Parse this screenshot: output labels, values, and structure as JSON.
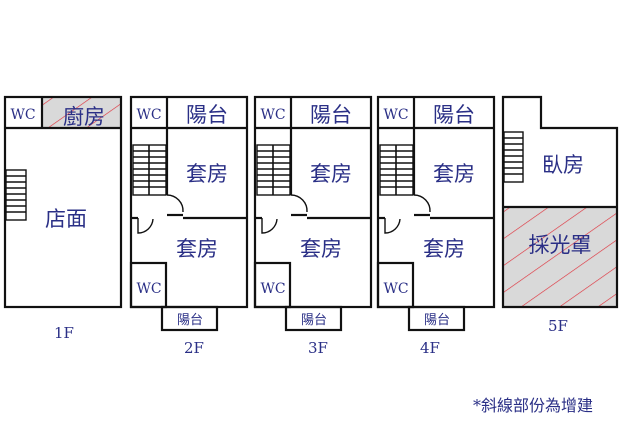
{
  "colors": {
    "text": "#2a2f86",
    "hatch_fill": "#d9d9d9",
    "hatch_line": "#e0303a",
    "wall": "#111111"
  },
  "floors": [
    {
      "label": "1F",
      "rooms": {
        "wc": "WC",
        "kitchen": "廚房",
        "shop": "店面"
      }
    },
    {
      "label": "2F",
      "rooms": {
        "wc_top": "WC",
        "balcony_top": "陽台",
        "suite_1": "套房",
        "suite_2": "套房",
        "wc_bottom": "WC",
        "balcony_bottom": "陽台"
      }
    },
    {
      "label": "3F",
      "rooms": {
        "wc_top": "WC",
        "balcony_top": "陽台",
        "suite_1": "套房",
        "suite_2": "套房",
        "wc_bottom": "WC",
        "balcony_bottom": "陽台"
      }
    },
    {
      "label": "4F",
      "rooms": {
        "wc_top": "WC",
        "balcony_top": "陽台",
        "suite_1": "套房",
        "suite_2": "套房",
        "wc_bottom": "WC",
        "balcony_bottom": "陽台"
      }
    },
    {
      "label": "5F",
      "rooms": {
        "bedroom": "臥房",
        "skylight": "採光罩"
      }
    }
  ],
  "note": "*斜線部份為增建"
}
